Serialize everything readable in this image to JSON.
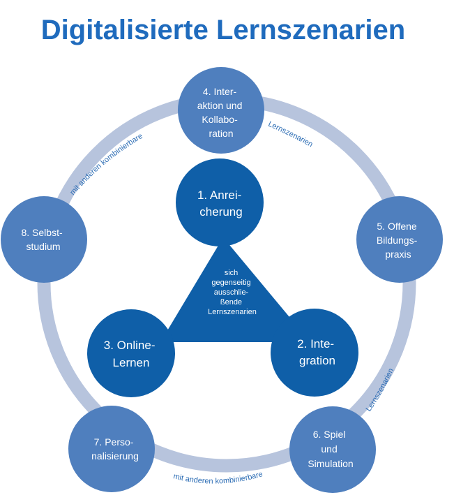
{
  "title": "Digitalisierte Lernszenarien",
  "colors": {
    "title": "#1f6bbd",
    "ring": "#b7c4dd",
    "outer_node": "#4f7fbe",
    "inner_node": "#0f5fa8",
    "triangle": "#0f5fa8",
    "ring_label": "#2b6cb4",
    "node_text": "#ffffff"
  },
  "inner_nodes": [
    {
      "id": "1",
      "lines": [
        "1. Anrei-",
        "cherung"
      ]
    },
    {
      "id": "2",
      "lines": [
        "2. Inte-",
        "gration"
      ]
    },
    {
      "id": "3",
      "lines": [
        "3. Online-",
        "Lernen"
      ]
    }
  ],
  "triangle_label": [
    "sich",
    "gegenseitig",
    "ausschlie-",
    "ßende",
    "Lernszenarien"
  ],
  "outer_nodes": [
    {
      "id": "4",
      "lines": [
        "4. Inter-",
        "aktion und",
        "Kollabo-",
        "ration"
      ]
    },
    {
      "id": "5",
      "lines": [
        "5. Offene",
        "Bildungs-",
        "praxis"
      ]
    },
    {
      "id": "6",
      "lines": [
        "6. Spiel",
        "und",
        "Simulation"
      ]
    },
    {
      "id": "7",
      "lines": [
        "7. Perso-",
        "nalisierung"
      ]
    },
    {
      "id": "8",
      "lines": [
        "8. Selbst-",
        "studium"
      ]
    }
  ],
  "ring_labels": {
    "top_left": "mit anderen kombinierbare",
    "top_right": "Lernszenarien",
    "bottom": "mit anderen kombinierbare",
    "right": "Lernszenarien"
  }
}
